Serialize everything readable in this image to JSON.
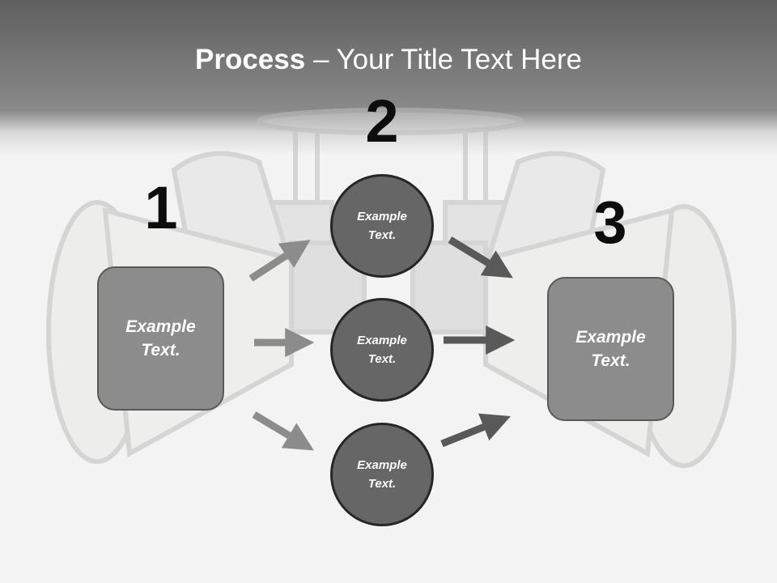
{
  "title": {
    "bold": "Process",
    "dash": " – ",
    "rest": "Your Title Text Here"
  },
  "steps": [
    {
      "number": "1",
      "text": "Example Text."
    },
    {
      "number": "2",
      "text": "Example Text."
    },
    {
      "number": "3",
      "text": "Example Text."
    }
  ],
  "circles": [
    {
      "text": "Example Text."
    },
    {
      "text": "Example Text."
    },
    {
      "text": "Example Text."
    }
  ],
  "colors": {
    "header_top": "#5f5f5f",
    "header_bottom": "#8a8a8a",
    "background": "#f2f2f2",
    "box_fill": "#8c8c8c",
    "box_border": "#595959",
    "circle_fill": "#666666",
    "circle_border": "#262626",
    "arrow_light": "#8c8c8c",
    "arrow_dark": "#595959",
    "number_color": "#0d0d0d"
  },
  "background_image": "megaphone-siren-photo"
}
